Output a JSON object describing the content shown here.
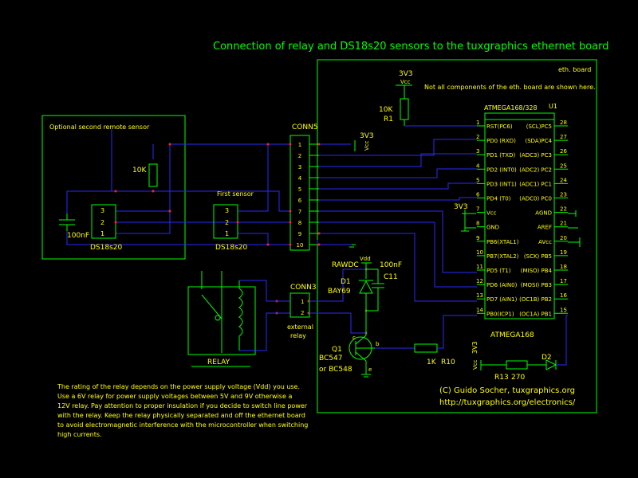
{
  "title": "Connection of relay and DS18s20 sensors to the tuxgraphics ethernet board",
  "eth_board": {
    "label": "eth. board",
    "note": "Not all components of the eth. board are shown here."
  },
  "r1": {
    "value": "10K",
    "ref": "R1",
    "supply": "3V3",
    "vcc": "Vcc"
  },
  "r_sensor": {
    "value": "10K"
  },
  "remote": {
    "title": "Optional second remote sensor",
    "cap": "100nF",
    "name": "DS18s20",
    "pins": [
      "3",
      "2",
      "1"
    ]
  },
  "first_sensor": {
    "title": "First sensor",
    "name": "DS18s20",
    "pins": [
      "3",
      "2",
      "1"
    ]
  },
  "conn5": {
    "label": "CONN5",
    "pins": [
      "1",
      "2",
      "3",
      "4",
      "5",
      "6",
      "7",
      "8",
      "9",
      "10"
    ],
    "supply": "3V3",
    "vcc": "Vcc"
  },
  "conn3": {
    "label": "CONN3",
    "pins": [
      "1",
      "2"
    ],
    "caption1": "external",
    "caption2": "relay"
  },
  "relay": {
    "label": "RELAY"
  },
  "d1": {
    "net": "RAWDC",
    "ref": "D1",
    "part": "BAY69",
    "vdd": "Vdd"
  },
  "c11": {
    "value": "100nF",
    "ref": "C11"
  },
  "q1": {
    "ref": "Q1",
    "part1": "BC547",
    "part2": "or BC548",
    "pin_c": "c",
    "pin_b": "b",
    "pin_e": "e"
  },
  "r10": {
    "value": "1K",
    "ref": "R10"
  },
  "r13": {
    "ref": "R13",
    "value": "270"
  },
  "d2": {
    "ref": "D2",
    "supply": "3V3",
    "vcc": "Vcc"
  },
  "mcu": {
    "header": "ATMEGA168/328",
    "ref": "U1",
    "footer": "ATMEGA168",
    "vcc_supply": "3V3",
    "left_pins": [
      {
        "num": "1",
        "name": "RST(PC6)"
      },
      {
        "num": "2",
        "name": "PD0 (RXD)"
      },
      {
        "num": "3",
        "name": "PD1 (TXD)"
      },
      {
        "num": "4",
        "name": "PD2 (INT0)"
      },
      {
        "num": "5",
        "name": "PD3 (INT1)"
      },
      {
        "num": "6",
        "name": "PD4 (T0)"
      },
      {
        "num": "7",
        "name": "Vcc"
      },
      {
        "num": "8",
        "name": "GND"
      },
      {
        "num": "9",
        "name": "PB6(XTAL1)"
      },
      {
        "num": "10",
        "name": "PB7(XTAL2)"
      },
      {
        "num": "11",
        "name": "PD5 (T1)"
      },
      {
        "num": "12",
        "name": "PD6 (AIN0)"
      },
      {
        "num": "13",
        "name": "PD7 (AIN1)"
      },
      {
        "num": "14",
        "name": "PB0(ICP1)"
      }
    ],
    "right_pins": [
      {
        "num": "28",
        "name": "(SCL)PC5"
      },
      {
        "num": "27",
        "name": "(SDA)PC4"
      },
      {
        "num": "26",
        "name": "(ADC3) PC3"
      },
      {
        "num": "25",
        "name": "(ADC2) PC2"
      },
      {
        "num": "24",
        "name": "(ADC1) PC1"
      },
      {
        "num": "23",
        "name": "(ADC0) PC0"
      },
      {
        "num": "22",
        "name": "AGND"
      },
      {
        "num": "21",
        "name": "AREF"
      },
      {
        "num": "20",
        "name": "AVcc"
      },
      {
        "num": "19",
        "name": "(SCK) PB5"
      },
      {
        "num": "18",
        "name": "(MISO) PB4"
      },
      {
        "num": "17",
        "name": "(MOSI) PB3"
      },
      {
        "num": "16",
        "name": "(OC1B) PB2"
      },
      {
        "num": "15",
        "name": "(OC1A) PB1"
      }
    ]
  },
  "note_lines": [
    "The rating of the relay depends on the power supply  voltage (Vdd) you use.",
    "Use a  6V relay for power supply  voltages between 5V and 9V otherwise a",
    "12V relay.  Pay attention to proper insulation if you decide to  switch line power",
    "with the relay.  Keep the relay physically separated and off the ethernet board",
    "to avoid electromagnetic interference with the microcontroller when switching",
    "high currents."
  ],
  "copyright": "(C) Guido Socher, tuxgraphics.org",
  "url": "http://tuxgraphics.org/electronics/"
}
